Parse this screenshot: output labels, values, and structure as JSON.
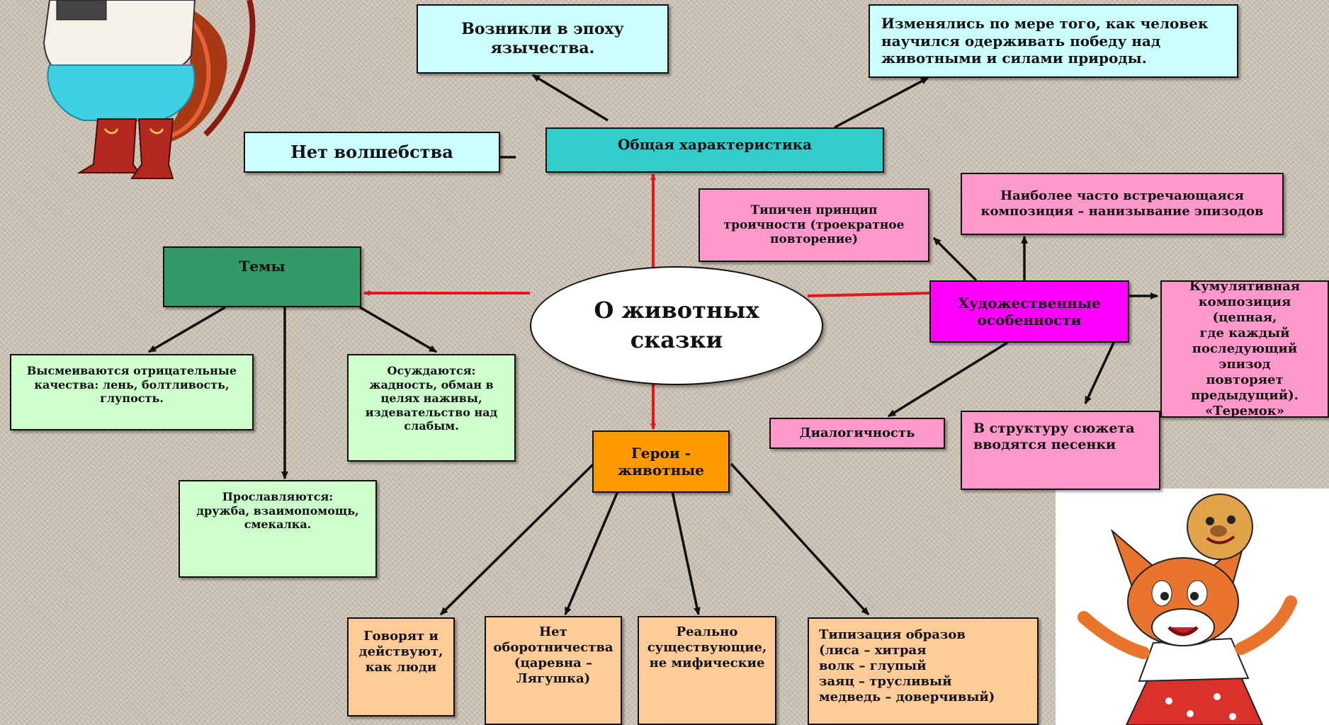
{
  "center": {
    "label": "О животных\nсказки"
  },
  "nodes": {
    "pagan": "Возникли в эпоху\nязычества.",
    "changed": "Изменялись по мере того, как человек\nнаучился одерживать победу над\nживотными и силами природы.",
    "no_magic": "Нет волшебства",
    "general": "Общая характеристика",
    "themes": "Темы",
    "ridiculed": "Высмеиваются отрицательные\nкачества: лень, болтливость,\nглупость.",
    "condemned": "Осуждаются:\nжадность, обман в\nцелях наживы,\nиздевательство над\nслабым.",
    "glorified": "Прославляются:\nдружба, взаимопомощь,\nсмекалка.",
    "heroes": "Герои -\nживотные",
    "talk": "Говорят и\nдействуют,\nкак люди",
    "no_werewolf": "Нет\nоборотничества\n(царевна –\nЛягушка)",
    "real": "Реально\nсуществующие,\nне мифические",
    "typing": "Типизация образов\n(лиса – хитрая\nволк – глупый\nзаяц – трусливый\nмедведь – доверчивый)",
    "artistic": "Художественные\nособенности",
    "triple": "Типичен принцип\nтроичности (троекратное\nповторение)",
    "composition": "Наиболее часто встречающаяся\nкомпозиция – нанизывание эпизодов",
    "cumulative": "Кумулятивная\nкомпозиция (цепная,\nгде каждый\nпоследующий эпизод\nповторяет\nпредыдущий).\n«Теремок»",
    "dialog": "Диалогичность",
    "songs": "В структуру сюжета\nвводятся песенки"
  },
  "colors": {
    "light_cyan": "#ccffff",
    "teal": "#33cccc",
    "dark_green": "#339966",
    "light_green": "#ccffcc",
    "orange": "#ff9900",
    "peach": "#ffcc99",
    "magenta": "#ff00ff",
    "pink": "#ff99cc",
    "red_arrow": "#e8141c"
  },
  "illustrations": [
    "cat-cartoon",
    "fox-with-kolobok-cartoon"
  ]
}
